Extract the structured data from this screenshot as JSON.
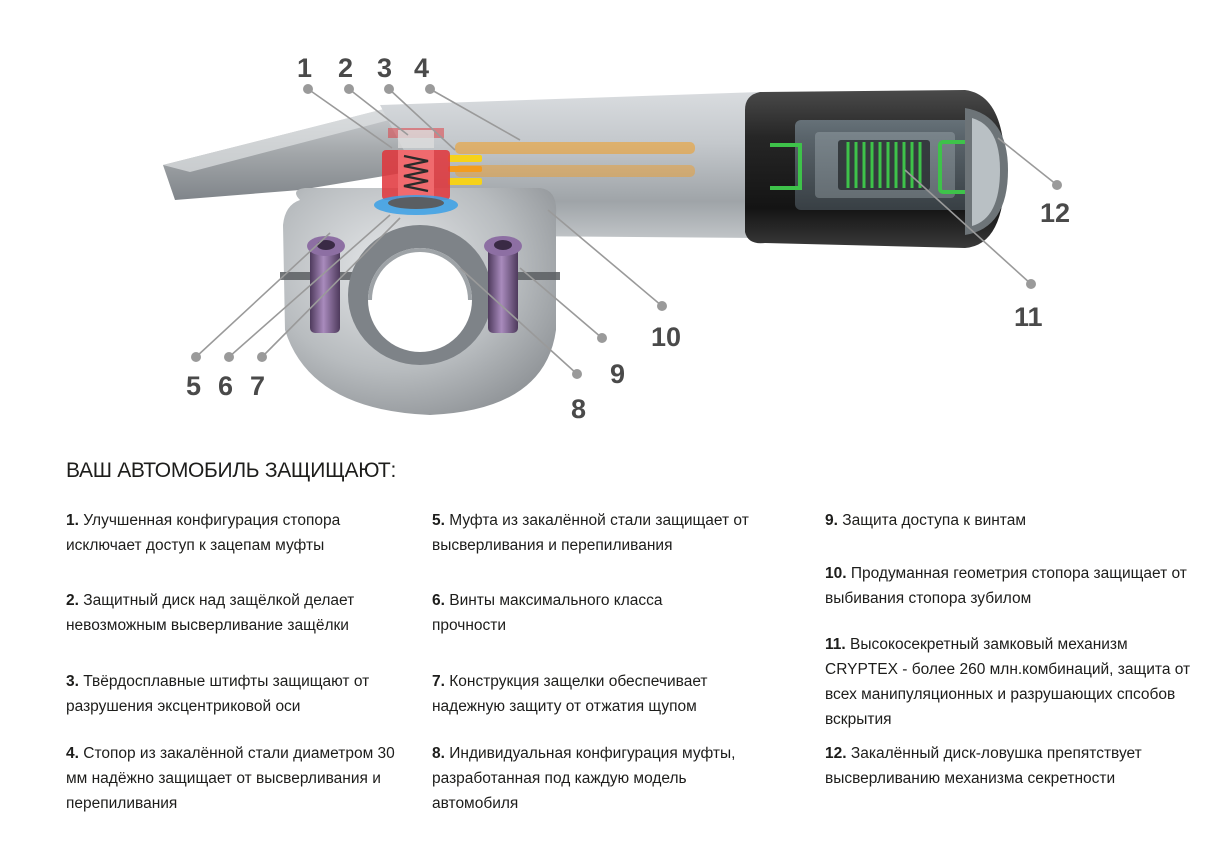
{
  "callouts": [
    "1",
    "2",
    "3",
    "4",
    "5",
    "6",
    "7",
    "8",
    "9",
    "10",
    "11",
    "12"
  ],
  "heading": "ВАШ АВТОМОБИЛЬ ЗАЩИЩАЮТ:",
  "features": [
    {
      "num": "1.",
      "text": "Улучшенная конфигурация стопора исключает доступ к зацепам муфты"
    },
    {
      "num": "2.",
      "text": "Защитный диск над защёлкой делает невозможным высверливание защёлки"
    },
    {
      "num": "3.",
      "text": "Твёрдосплавные штифты защищают от разрушения эксцентриковой оси"
    },
    {
      "num": "4.",
      "text": "Стопор из закалённой стали диаметром 30 мм надёжно защищает от высверливания и перепиливания"
    },
    {
      "num": "5.",
      "text": "Муфта из закалённой стали защищает от высверливания и перепиливания"
    },
    {
      "num": "6.",
      "text": "Винты максимального класса прочности"
    },
    {
      "num": "7.",
      "text": "Конструкция защелки обеспечивает надежную защиту от отжатия щупом"
    },
    {
      "num": "8.",
      "text": "Индивидуальная конфигурация муфты, разработанная под каждую модель автомобиля"
    },
    {
      "num": "9.",
      "text": "Защита доступа к винтам"
    },
    {
      "num": "10.",
      "text": "Продуманная геометрия стопора защищает от выбивания стопора зубилом"
    },
    {
      "num": "11.",
      "text": "Высокосекретный замковый механизм CRYPTEX - более 260 млн.комбинаций, защита от всех манипуляционных и разрушающих спсобов вскрытия"
    },
    {
      "num": "12.",
      "text": "Закалённый диск-ловушка препятствует высверливанию механизма секретности"
    }
  ],
  "colors": {
    "text": "#1d1d1b",
    "callout": "#4a4a4a",
    "leader": "#9a9a9a",
    "steel": "#b4b8bc",
    "latch_red": "#e0343a",
    "pin_orange": "#f39c1f",
    "pin_yellow": "#f6d21a",
    "disk_blue": "#3aa0e6",
    "screw_purple": "#7a5a8c",
    "cylinder_green": "#3ec24a",
    "handle_dark": "#2e2e2e"
  }
}
